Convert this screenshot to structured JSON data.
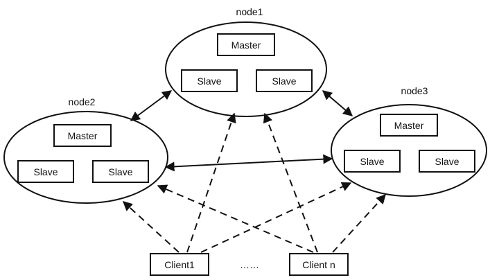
{
  "nodes": {
    "node1": {
      "title": "node1",
      "master": "Master",
      "slave1": "Slave",
      "slave2": "Slave"
    },
    "node2": {
      "title": "node2",
      "master": "Master",
      "slave1": "Slave",
      "slave2": "Slave"
    },
    "node3": {
      "title": "node3",
      "master": "Master",
      "slave1": "Slave",
      "slave2": "Slave"
    }
  },
  "clients": {
    "client1": "Client1",
    "ellipsis": "……",
    "clientn": "Client n"
  },
  "colors": {
    "stroke": "#111111",
    "fill": "#ffffff"
  }
}
